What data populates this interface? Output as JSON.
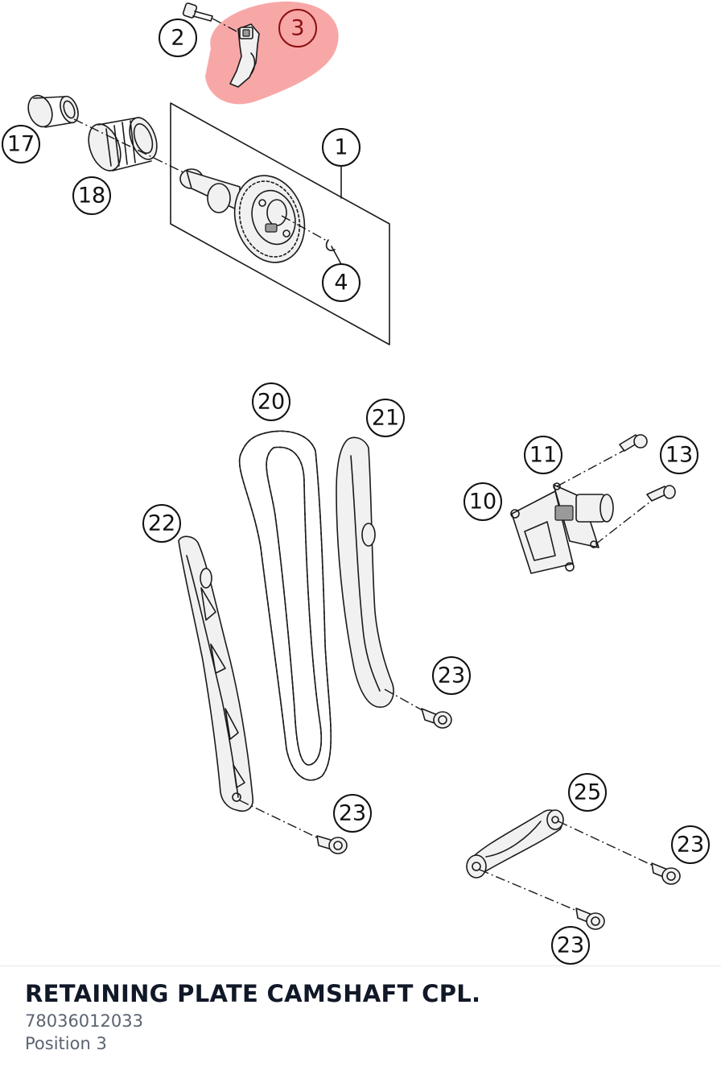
{
  "colors": {
    "highlight": "#f58a8a",
    "title": "#111827",
    "subtext": "#5b6472"
  },
  "diagram": {
    "callouts": [
      {
        "id": "1",
        "label": "1"
      },
      {
        "id": "2",
        "label": "2"
      },
      {
        "id": "3",
        "label": "3",
        "highlighted": true
      },
      {
        "id": "4",
        "label": "4"
      },
      {
        "id": "10",
        "label": "10"
      },
      {
        "id": "11",
        "label": "11"
      },
      {
        "id": "13",
        "label": "13"
      },
      {
        "id": "17",
        "label": "17"
      },
      {
        "id": "18",
        "label": "18"
      },
      {
        "id": "20",
        "label": "20"
      },
      {
        "id": "21",
        "label": "21"
      },
      {
        "id": "22",
        "label": "22"
      },
      {
        "id": "23a",
        "label": "23"
      },
      {
        "id": "23b",
        "label": "23"
      },
      {
        "id": "23c",
        "label": "23"
      },
      {
        "id": "23d",
        "label": "23"
      },
      {
        "id": "25",
        "label": "25"
      }
    ]
  },
  "part": {
    "name": "RETAINING PLATE CAMSHAFT CPL.",
    "number": "78036012033",
    "position": "Position 3"
  }
}
